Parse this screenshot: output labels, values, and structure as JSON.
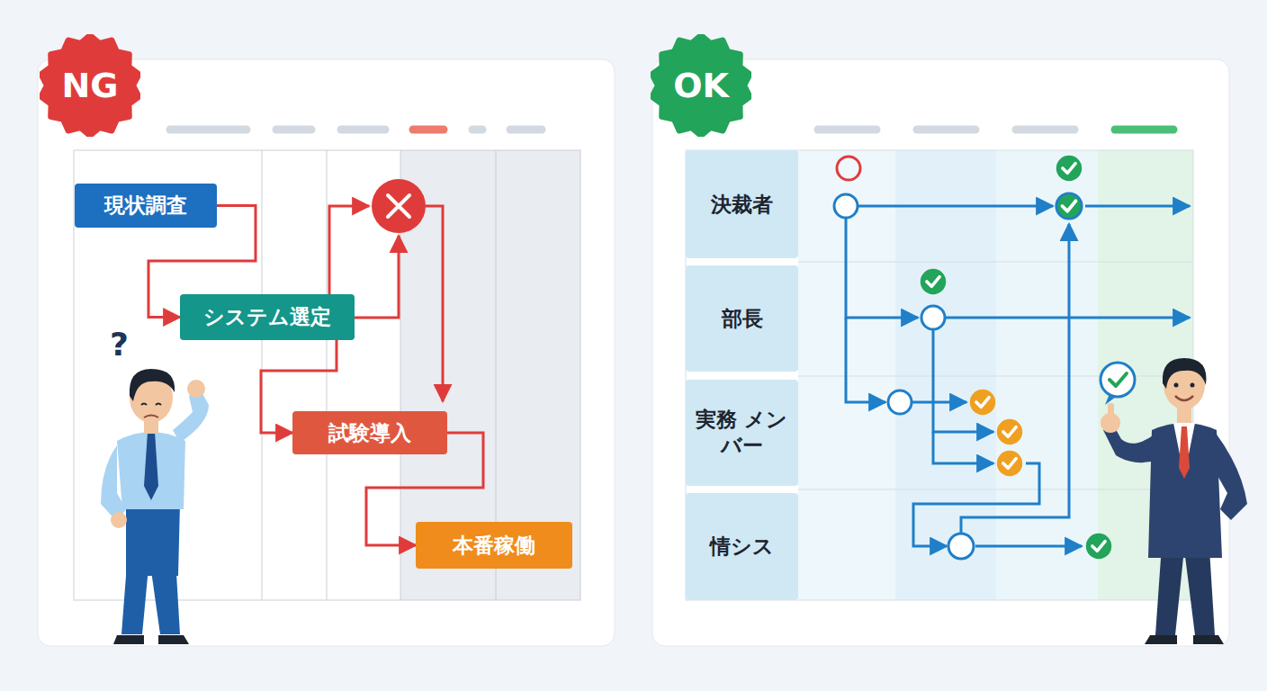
{
  "diagram": {
    "nodes": [
      {
        "text": [
          "NG"
        ]
      },
      {
        "text": [
          "現状調査"
        ]
      },
      {
        "text": [
          "システム選定"
        ]
      },
      {
        "text": [
          "試験導入"
        ]
      },
      {
        "text": [
          "本番稼働"
        ]
      },
      {
        "text": [
          "OK"
        ]
      },
      {
        "text": [
          "決裁者"
        ]
      },
      {
        "text": [
          "部長"
        ]
      },
      {
        "text": [
          "実務 メンバー"
        ]
      },
      {
        "text": [
          "情シス"
        ]
      }
    ],
    "edges": [
      {
        "from": 1,
        "to": 2,
        "arrow": "to"
      },
      {
        "from": 2,
        "to": 3,
        "arrow": "to"
      },
      {
        "from": 3,
        "to": 4,
        "arrow": "to"
      }
    ],
    "labels": [
      "?"
    ]
  }
}
